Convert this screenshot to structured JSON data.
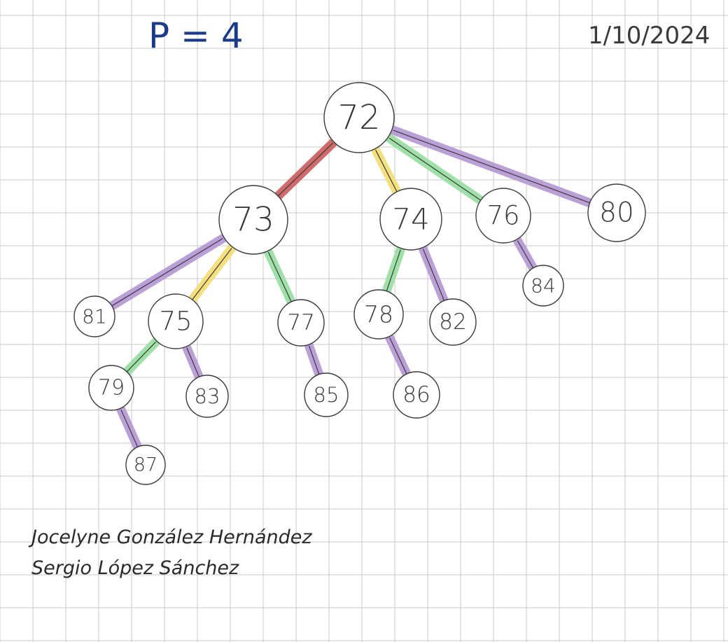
{
  "header": {
    "title": "P = 4",
    "date": "1/10/2024"
  },
  "nodes": [
    {
      "id": "72",
      "label": "72"
    },
    {
      "id": "73",
      "label": "73"
    },
    {
      "id": "74",
      "label": "74"
    },
    {
      "id": "76",
      "label": "76"
    },
    {
      "id": "80",
      "label": "80"
    },
    {
      "id": "84",
      "label": "84"
    },
    {
      "id": "81",
      "label": "81"
    },
    {
      "id": "75",
      "label": "75"
    },
    {
      "id": "77",
      "label": "77"
    },
    {
      "id": "78",
      "label": "78"
    },
    {
      "id": "82",
      "label": "82"
    },
    {
      "id": "79",
      "label": "79"
    },
    {
      "id": "83",
      "label": "83"
    },
    {
      "id": "85",
      "label": "85"
    },
    {
      "id": "86",
      "label": "86"
    },
    {
      "id": "87",
      "label": "87"
    }
  ],
  "edges": [
    {
      "from": "72",
      "to": "73",
      "color": "red"
    },
    {
      "from": "72",
      "to": "74",
      "color": "yellow"
    },
    {
      "from": "72",
      "to": "76",
      "color": "green"
    },
    {
      "from": "72",
      "to": "80",
      "color": "purple"
    },
    {
      "from": "73",
      "to": "81",
      "color": "purple"
    },
    {
      "from": "73",
      "to": "75",
      "color": "yellow"
    },
    {
      "from": "73",
      "to": "77",
      "color": "green"
    },
    {
      "from": "74",
      "to": "78",
      "color": "green"
    },
    {
      "from": "74",
      "to": "82",
      "color": "purple"
    },
    {
      "from": "76",
      "to": "84",
      "color": "purple"
    },
    {
      "from": "75",
      "to": "79",
      "color": "green"
    },
    {
      "from": "75",
      "to": "83",
      "color": "purple"
    },
    {
      "from": "77",
      "to": "85",
      "color": "purple"
    },
    {
      "from": "78",
      "to": "86",
      "color": "purple"
    },
    {
      "from": "79",
      "to": "87",
      "color": "purple"
    }
  ],
  "colors": {
    "red": "#cf6b6b",
    "yellow": "#f4df7e",
    "green": "#9fe0a8",
    "purple": "#bba0d8",
    "ink": "#3a3a3a",
    "title_ink": "#1a3a8c",
    "grid": "#c8c8c8"
  },
  "authors": [
    "Jocelyne González Hernández",
    "Sergio López Sánchez"
  ]
}
